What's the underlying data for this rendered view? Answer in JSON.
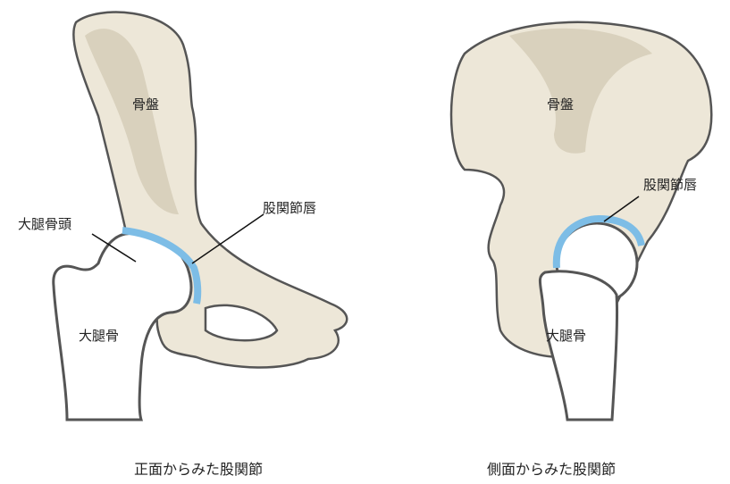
{
  "colors": {
    "bone": "#ede7d8",
    "bone_shade": "#d9d1bd",
    "outline": "#555555",
    "labrum": "#7dbde6",
    "femur": "#ffffff",
    "femur_shade": "#ececec"
  },
  "front": {
    "caption": "正面からみた股関節",
    "labels": {
      "pelvis": "骨盤",
      "femoral_head": "大腿骨頭",
      "labrum": "股関節唇",
      "femur": "大腿骨"
    }
  },
  "side": {
    "caption": "側面からみた股関節",
    "labels": {
      "pelvis": "骨盤",
      "labrum": "股関節唇",
      "femur": "大腿骨"
    }
  }
}
